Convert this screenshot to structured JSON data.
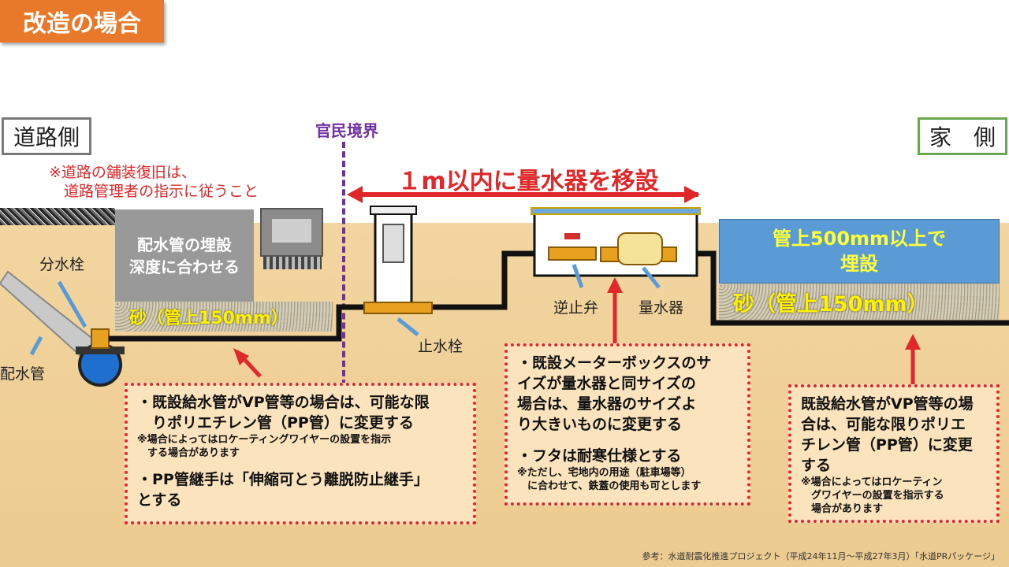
{
  "title": "改造の場合",
  "road_side": "道路側",
  "house_side": "家　側",
  "boundary": "官民境界",
  "road_note": [
    "※道路の舗装復旧は、",
    "　道路管理者の指示に従うこと"
  ],
  "main_caption": "１m以内に量水器を移設",
  "gray_box": [
    "配水管の埋設",
    "深度に合わせる"
  ],
  "sand_left": "砂（管上150mm）",
  "sand_right": "砂（管上150mm）",
  "blue_box": [
    "管上500mm以上で",
    "埋設"
  ],
  "labels": {
    "bunsuisen": "分水栓",
    "haisuikan": "配水管",
    "shisuisen": "止水栓",
    "gyakushiben": "逆止弁",
    "ryosuiki": "量水器"
  },
  "box_left": {
    "line1": "・既設給水管がVP管等の場合は、可能な限",
    "line2": "　りポリエチレン管（PP管）に変更する",
    "note1": "※場合によってはロケーティングワイヤーの設置を指示",
    "note2": "　する場合があります",
    "line3": "・PP管継手は「伸縮可とう離脱防止継手」",
    "line4": "とする"
  },
  "box_middle": {
    "line1": "・既設メーターボックスのサ",
    "line2": "イズが量水器と同サイズの",
    "line3": "場合は、量水器のサイズよ",
    "line4": "り大きいものに変更する",
    "line5": "・フタは耐寒仕様とする",
    "note1": "※ただし、宅地内の用途（駐車場等）",
    "note2": "　に合わせて、鉄蓋の使用も可とします"
  },
  "box_right": {
    "line1": "既設給水管がVP管等の場",
    "line2": "合は、可能な限りポリエ",
    "line3": "チレン管（PP管）に変更",
    "line4": "する",
    "note1": "※場合によってはロケーティン",
    "note2": "　グワイヤーの設置を指示する",
    "note3": "　場合があります"
  },
  "footer": "参考：水道耐震化推進プロジェクト（平成24年11月～平成27年3月）「水道PRパッケージ」",
  "colors": {
    "accent_orange": "#e8782a",
    "boundary_purple": "#7030a0",
    "note_red": "#e0282a",
    "blue_box": "#5b9bd5",
    "sand_text": "#fff200"
  }
}
